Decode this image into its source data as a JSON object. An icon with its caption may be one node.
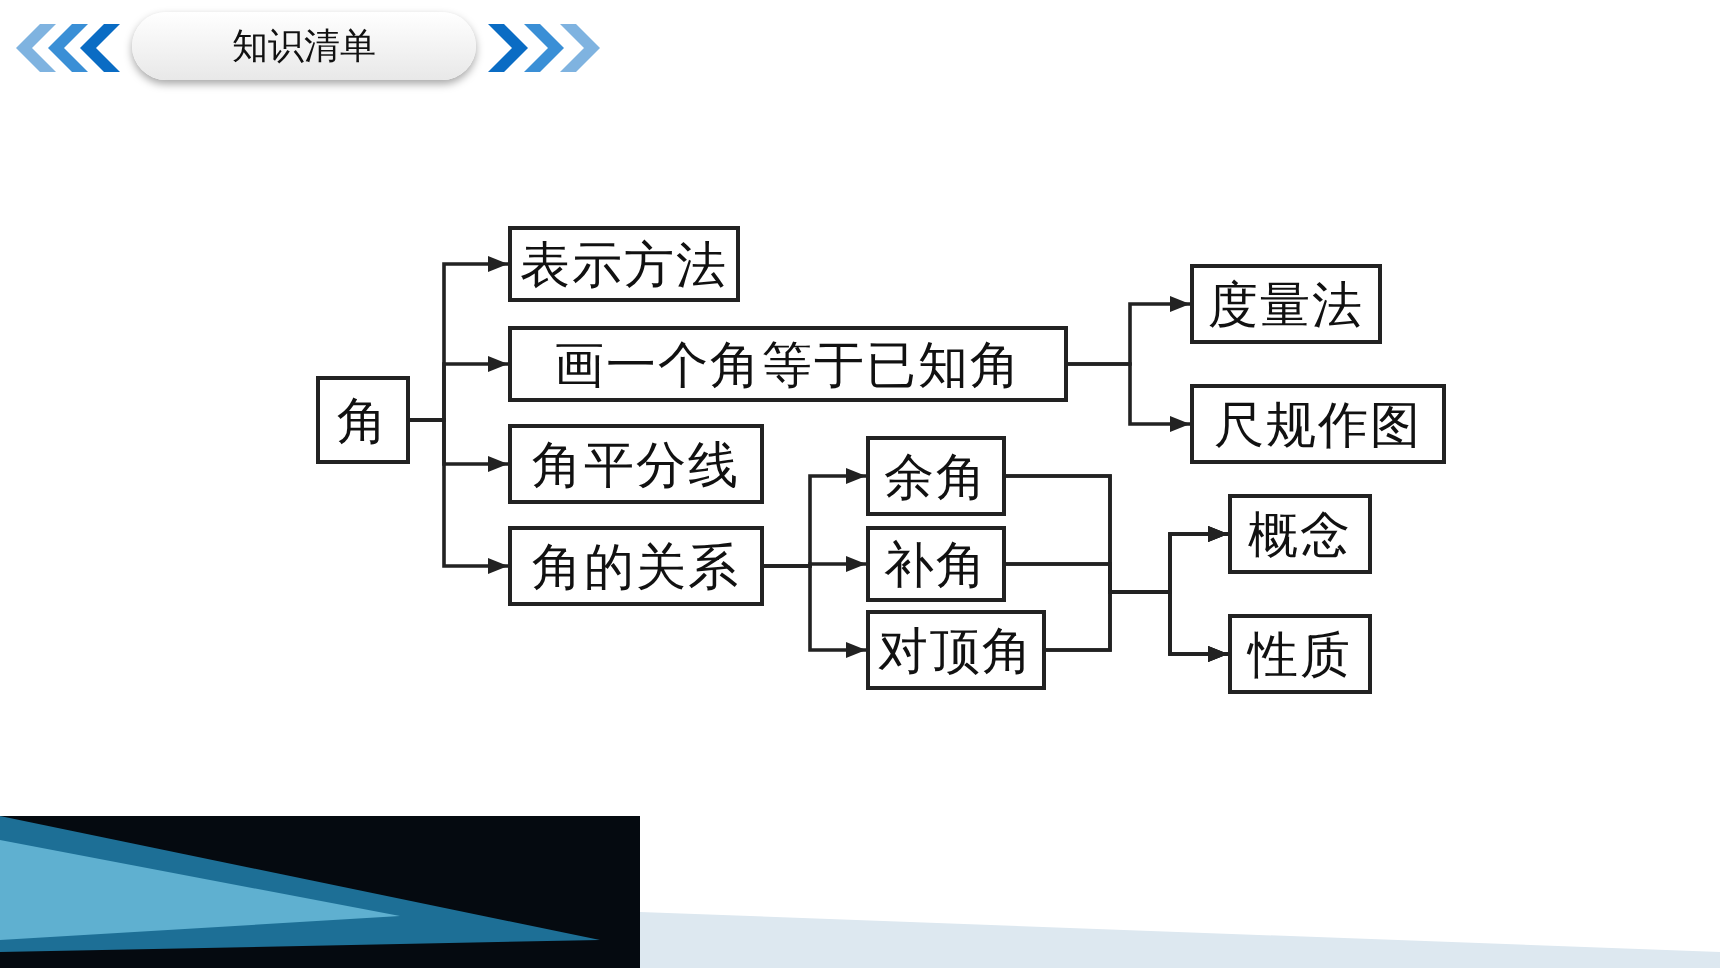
{
  "diagram": {
    "title": "知识清单",
    "nodes": [
      {
        "text": [
          "角"
        ]
      },
      {
        "text": [
          "表示方法"
        ]
      },
      {
        "text": [
          "画一个角等于已知角"
        ]
      },
      {
        "text": [
          "角平分线"
        ]
      },
      {
        "text": [
          "角的关系"
        ]
      },
      {
        "text": [
          "余角"
        ]
      },
      {
        "text": [
          "补角"
        ]
      },
      {
        "text": [
          "对顶角"
        ]
      },
      {
        "text": [
          "度量法"
        ]
      },
      {
        "text": [
          "尺规作图"
        ]
      },
      {
        "text": [
          "概念"
        ]
      },
      {
        "text": [
          "性质"
        ]
      }
    ],
    "edges": [
      {
        "from": 0,
        "to": 1,
        "arrow": "to"
      },
      {
        "from": 0,
        "to": 2,
        "arrow": "to"
      },
      {
        "from": 0,
        "to": 3,
        "arrow": "to"
      },
      {
        "from": 0,
        "to": 4,
        "arrow": "to"
      },
      {
        "from": 2,
        "to": 8,
        "arrow": "to"
      },
      {
        "from": 2,
        "to": 9,
        "arrow": "to"
      },
      {
        "from": 4,
        "to": 5,
        "arrow": "to"
      },
      {
        "from": 4,
        "to": 6,
        "arrow": "to"
      },
      {
        "from": 4,
        "to": 7,
        "arrow": "to"
      },
      {
        "from": 5,
        "to": 10,
        "arrow": "to"
      },
      {
        "from": 6,
        "to": 10,
        "arrow": "to"
      },
      {
        "from": 7,
        "to": 10,
        "arrow": "to"
      },
      {
        "from": 5,
        "to": 11,
        "arrow": "to"
      },
      {
        "from": 6,
        "to": 11,
        "arrow": "to"
      },
      {
        "from": 7,
        "to": 11,
        "arrow": "to"
      }
    ]
  }
}
